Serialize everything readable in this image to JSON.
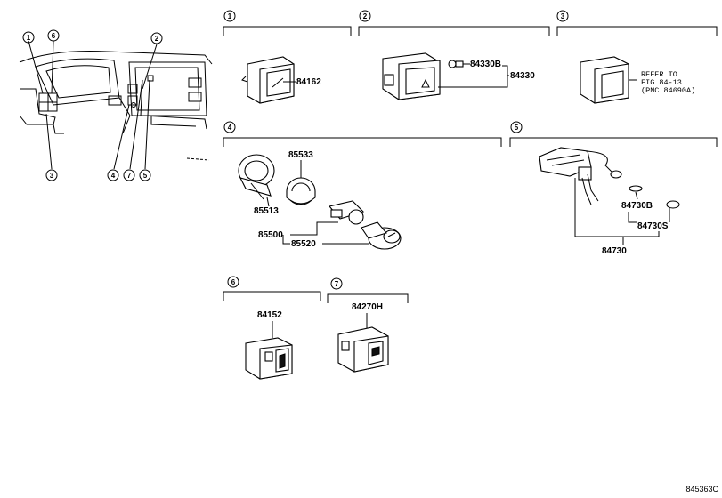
{
  "sections": [
    {
      "num": "1",
      "parts": [
        "84162"
      ]
    },
    {
      "num": "2",
      "parts": [
        "84330B",
        "84330"
      ]
    },
    {
      "num": "3",
      "note": [
        "REFER TO",
        "FIG 84-13",
        "(PNC 84690A)"
      ]
    },
    {
      "num": "4",
      "parts": [
        "85533",
        "85513",
        "85500",
        "85520"
      ]
    },
    {
      "num": "5",
      "parts": [
        "84730B",
        "84730S",
        "84730"
      ]
    },
    {
      "num": "6",
      "parts": [
        "84152"
      ]
    },
    {
      "num": "7",
      "parts": [
        "84270H"
      ]
    }
  ],
  "overview_callouts": [
    "1",
    "6",
    "2",
    "3",
    "4",
    "7",
    "5"
  ],
  "figure_code": "845363C"
}
